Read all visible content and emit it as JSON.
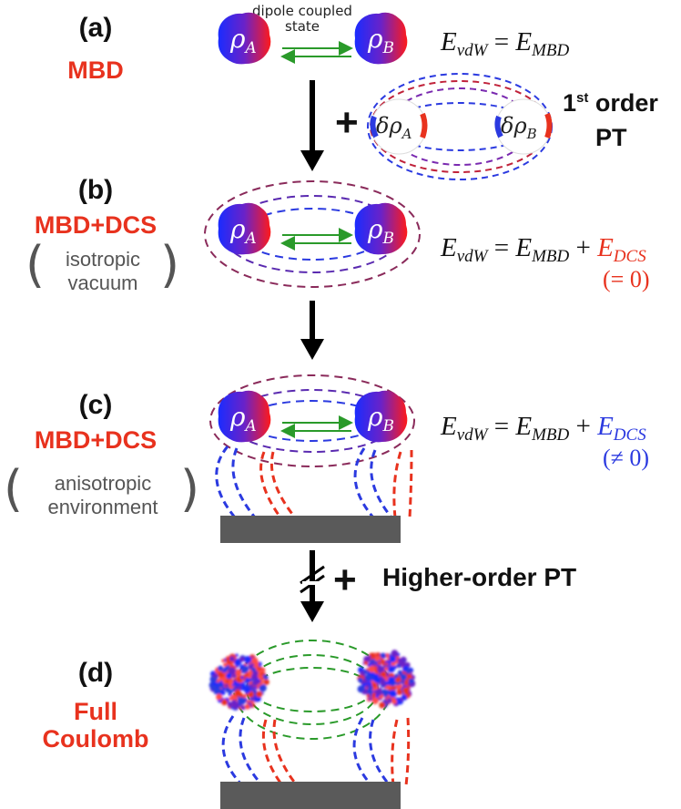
{
  "panels": {
    "a": {
      "label": "(a)",
      "method": "MBD"
    },
    "b": {
      "label": "(b)",
      "method": "MBD+DCS",
      "env": [
        "isotropic",
        "vacuum"
      ]
    },
    "c": {
      "label": "(c)",
      "method": "MBD+DCS",
      "env": [
        "anisotropic",
        "environment"
      ]
    },
    "d": {
      "label": "(d)",
      "method": [
        "Full",
        "Coulomb"
      ]
    }
  },
  "dipole_label": [
    "dipole coupled",
    "state"
  ],
  "plus_sign": "+",
  "first_order": {
    "sup": "st",
    "num": "1",
    "rest": "order",
    "line2": "PT"
  },
  "higher_order": "Higher-order PT",
  "densities": {
    "rho_a": "ρ",
    "sub_a": "A",
    "rho_b": "ρ",
    "sub_b": "B",
    "delta": "δ"
  },
  "equations": {
    "lhs_E": "E",
    "lhs_sub": "vdW",
    "eq": "=",
    "mbd_E": "E",
    "mbd_sub": "MBD",
    "plus": "+",
    "dcs_E": "E",
    "dcs_sub": "DCS",
    "note_b": "(= 0)",
    "note_c": "(≠ 0)"
  },
  "colors": {
    "red": "#e8321e",
    "blue": "#2b3ae0",
    "green": "#2a9a2a",
    "purple": "#8a2a9a",
    "gray": "#555555",
    "bar": "#5a5a5a"
  }
}
